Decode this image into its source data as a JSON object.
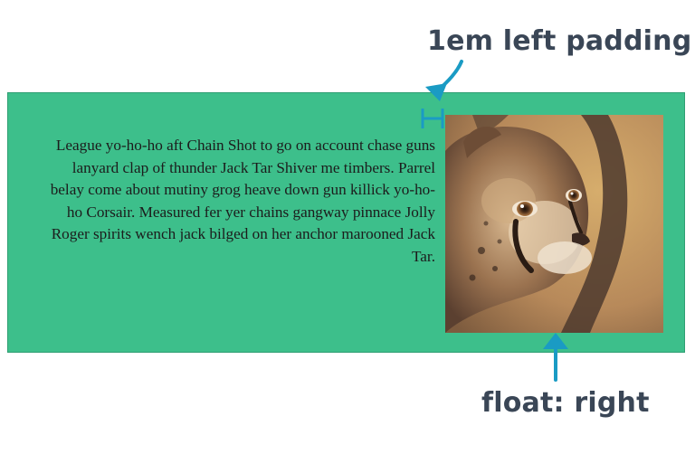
{
  "annotations": {
    "padding_label": "1em left padding",
    "float_label": "float: right"
  },
  "paragraph": {
    "text": "League yo-ho-ho aft Chain Shot to go on account chase guns lanyard clap of thunder Jack Tar Shiver me timbers. Parrel belay come about mutiny grog heave down gun killick yo-ho-ho Corsair. Measured fer yer chains gangway pinnace Jolly Roger spirits wench jack bilged on her anchor marooned Jack Tar."
  },
  "image": {
    "subject": "cheetah cub"
  },
  "colors": {
    "container_background": "#3dbf8b",
    "annotation_text": "#3a4656",
    "arrow": "#1a9bc4",
    "body_text": "#1c1c1c"
  }
}
